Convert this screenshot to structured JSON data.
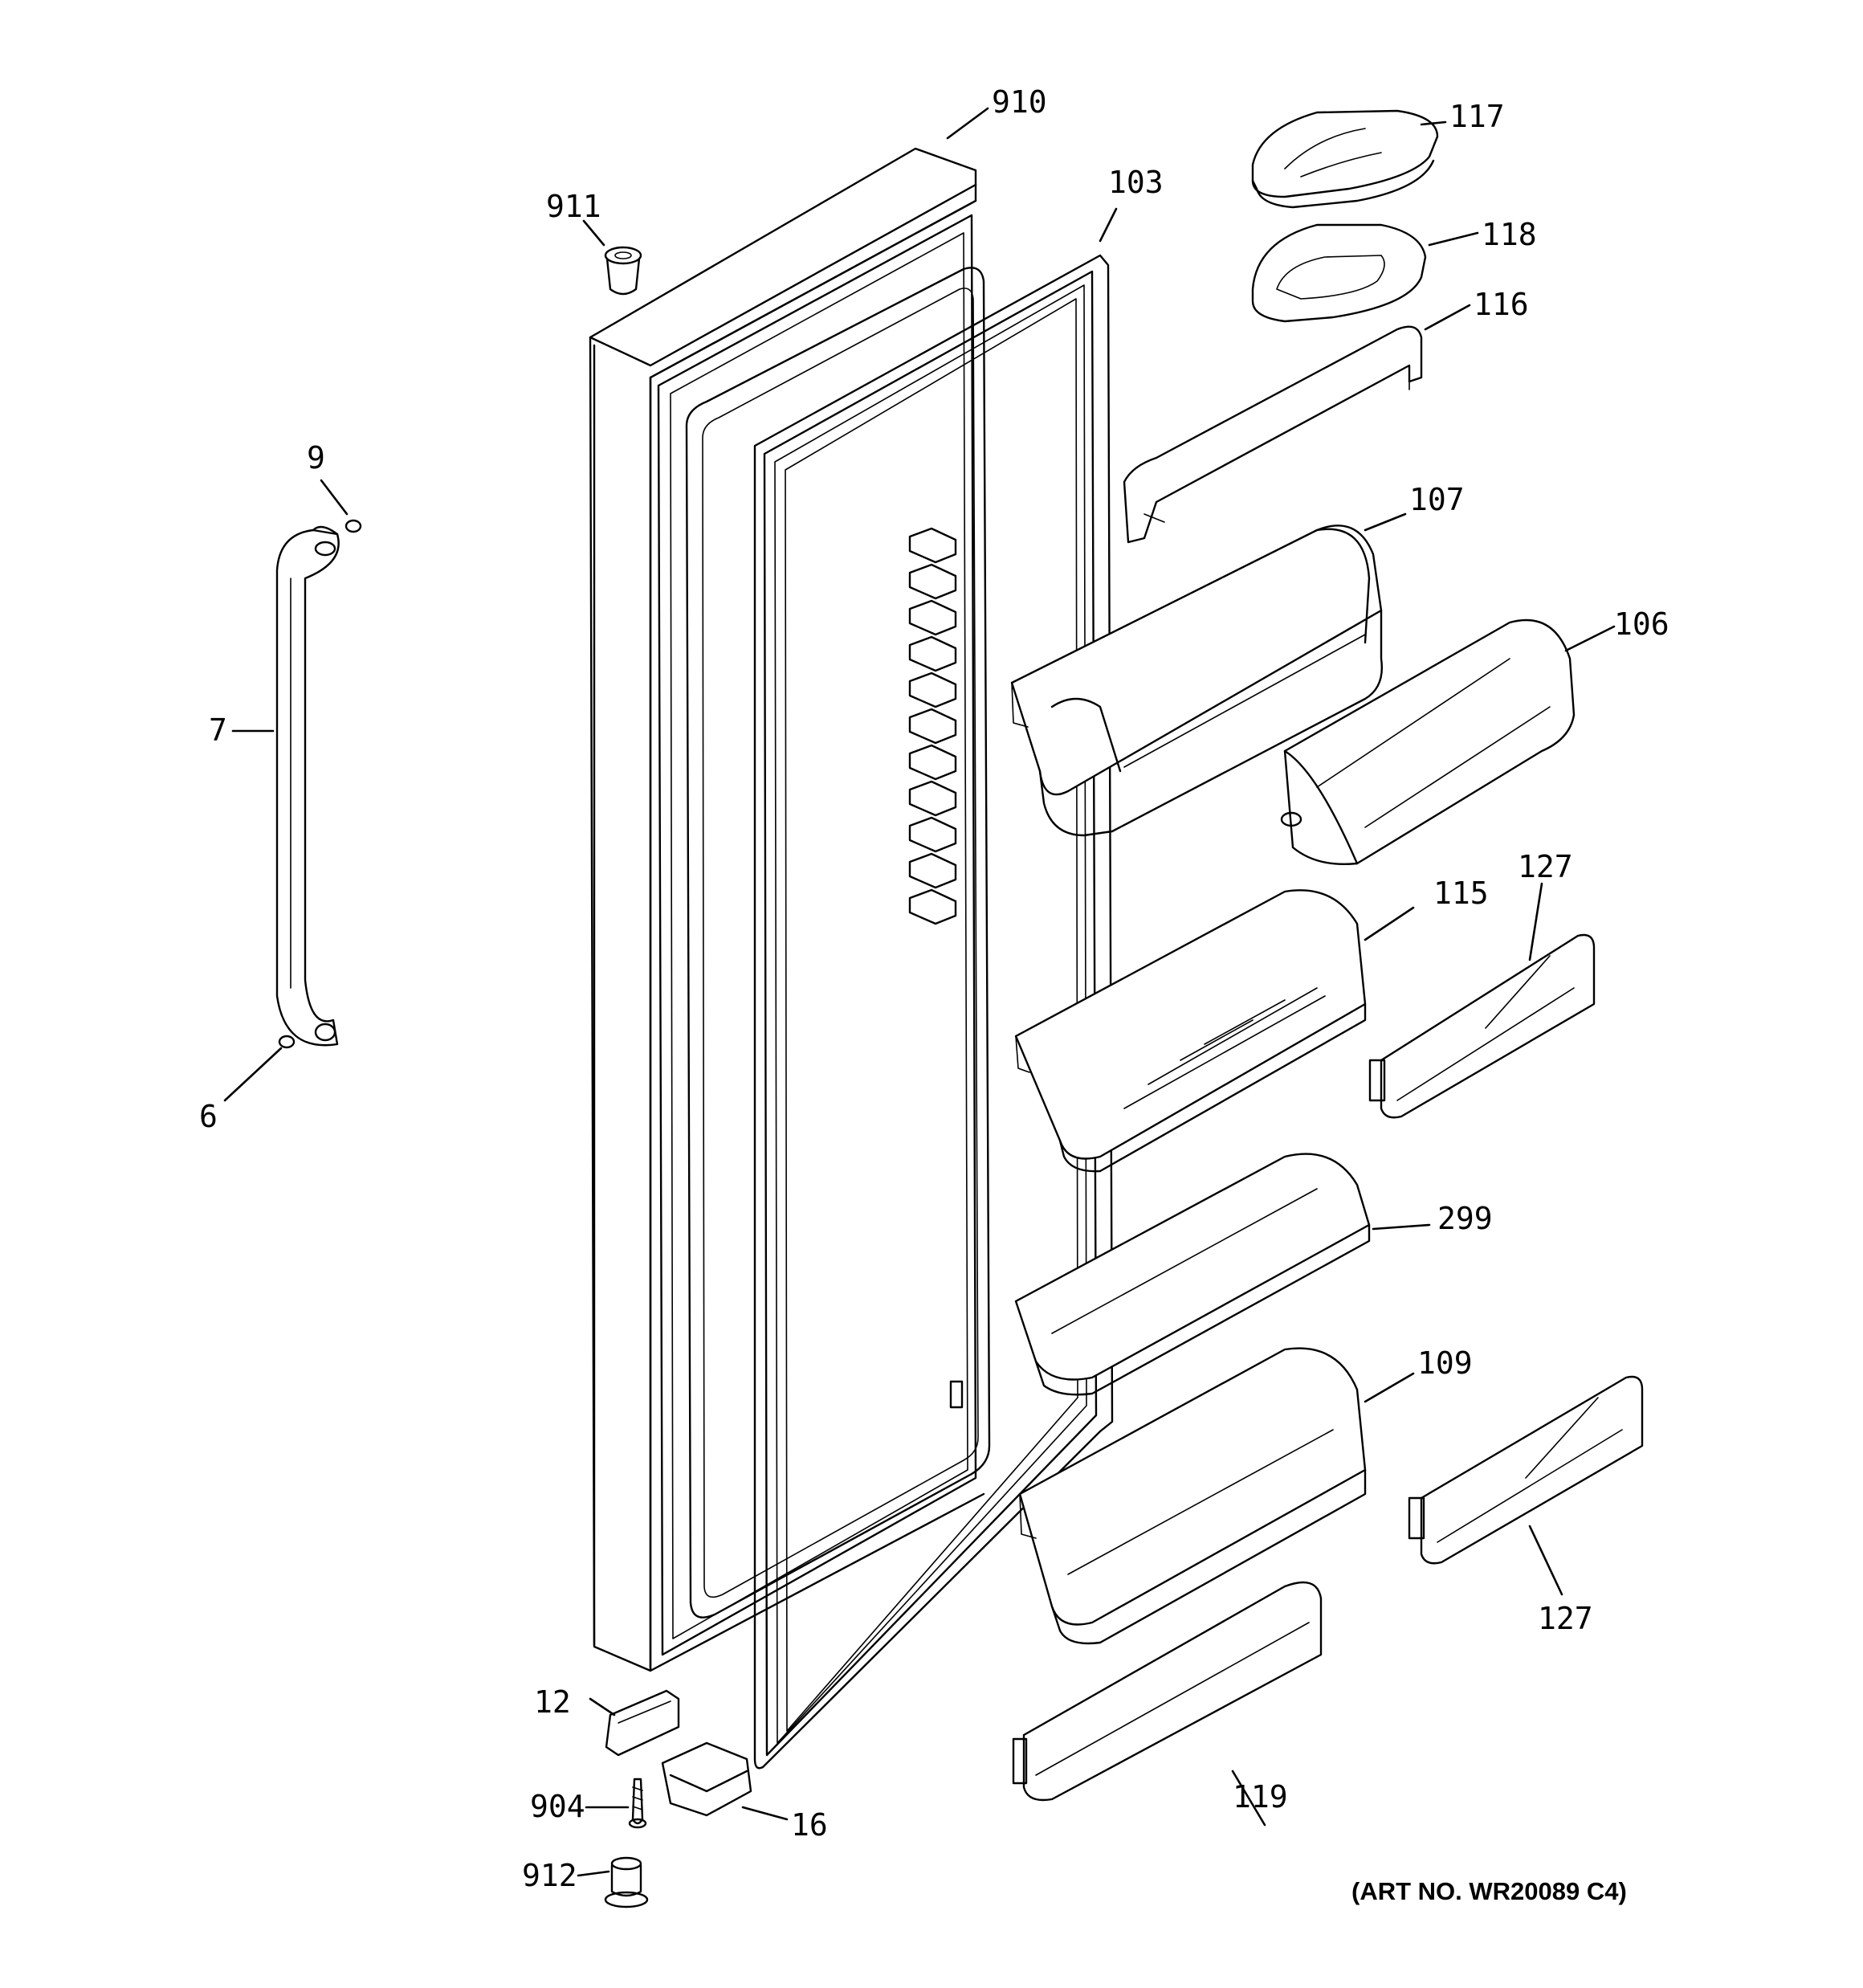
{
  "callouts": {
    "c910": "910",
    "c911": "911",
    "c103": "103",
    "c117": "117",
    "c118": "118",
    "c116": "116",
    "c9": "9",
    "c7": "7",
    "c6": "6",
    "c107": "107",
    "c106": "106",
    "c115": "115",
    "c127a": "127",
    "c299": "299",
    "c109": "109",
    "c127b": "127",
    "c12": "12",
    "c904": "904",
    "c16": "16",
    "c912": "912",
    "c119": "119"
  },
  "art_number": "(ART NO. WR20089 C4)"
}
